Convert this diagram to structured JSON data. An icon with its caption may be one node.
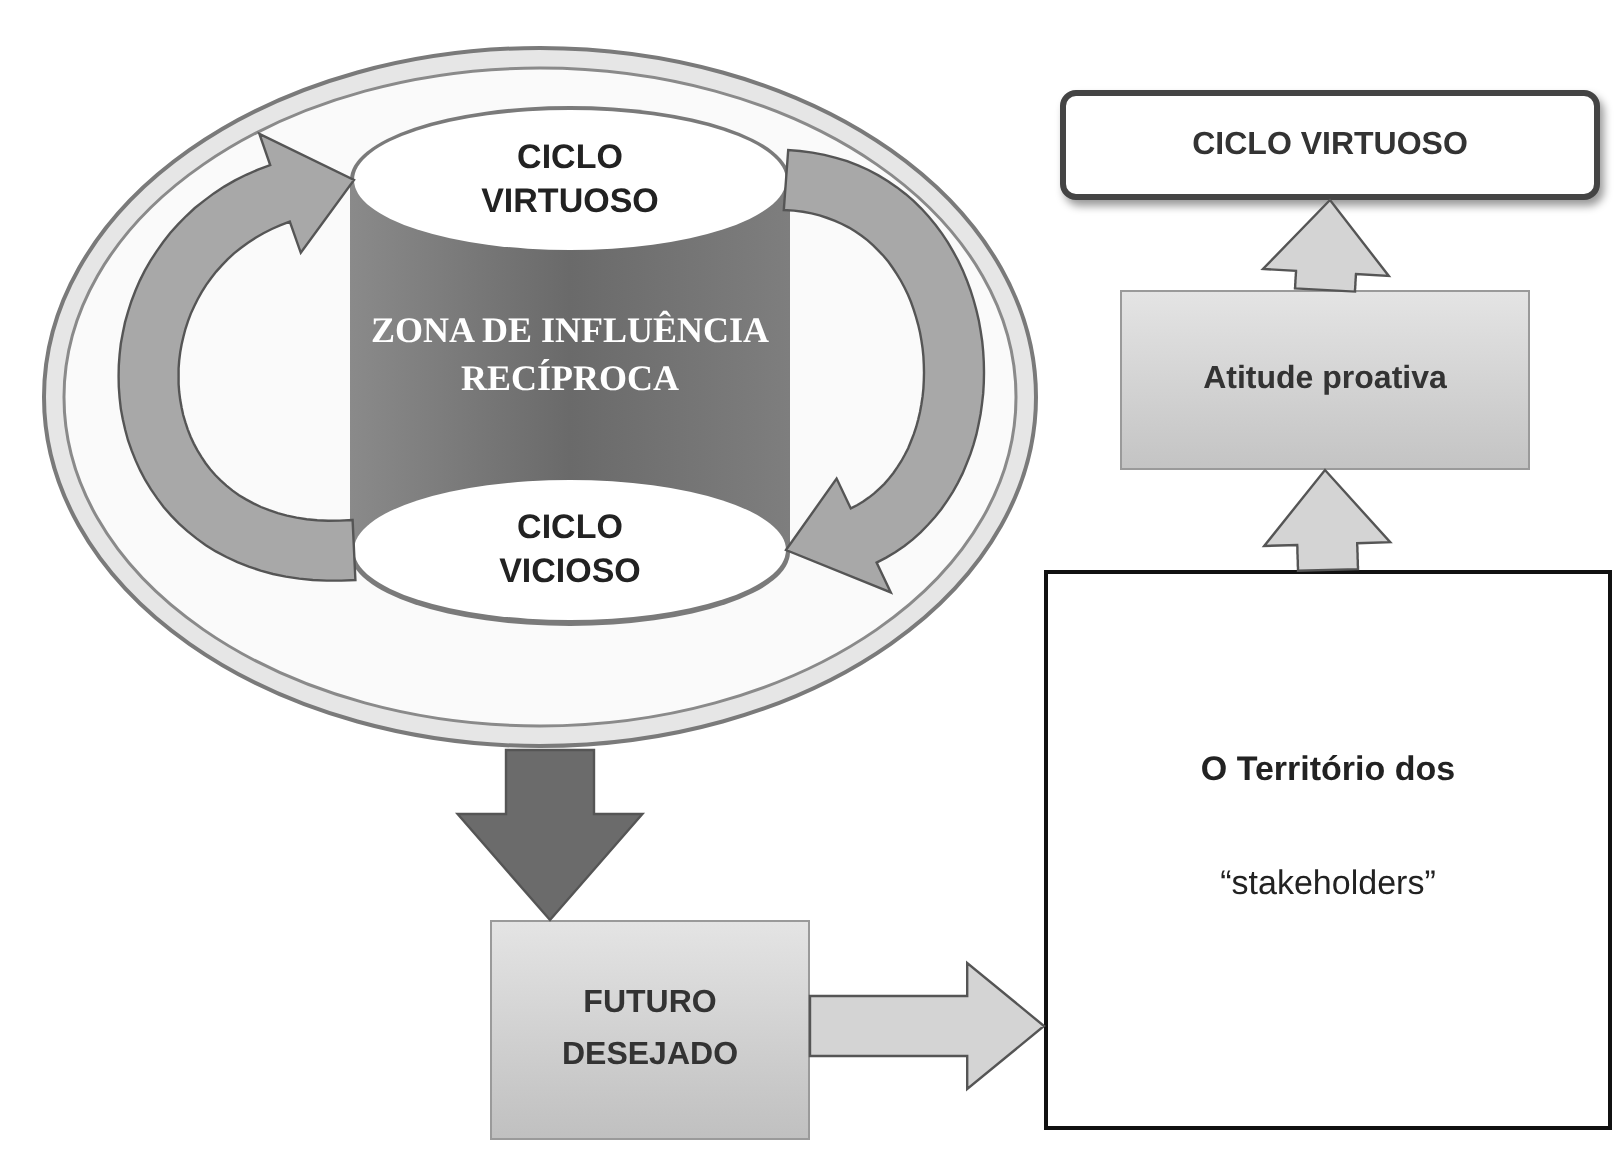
{
  "diagram": {
    "nodes": [
      {
        "text": [],
        "shape": "ellipse"
      },
      {
        "text": [
          "ZONA DE INFLUÊNCIA RECÍPROCA"
        ],
        "in": 0
      },
      {
        "text": [
          "CICLO VIRTUOSO"
        ],
        "in": 0
      },
      {
        "text": [
          "CICLO VICIOSO"
        ],
        "in": 0
      },
      {
        "text": [
          "CICLO VIRTUOSO"
        ]
      },
      {
        "text": [
          "Atitude proativa"
        ]
      },
      {
        "text": [
          "O Território dos",
          "“stakeholders”"
        ]
      },
      {
        "text": [
          "FUTURO DESEJADO"
        ]
      }
    ],
    "edges": [
      {
        "from": 0,
        "to": 7,
        "arrow": "to",
        "color": "#6b6b6b"
      },
      {
        "from": 7,
        "to": 6,
        "arrow": "to",
        "color": "#d4d4d4"
      },
      {
        "from": 6,
        "to": 5,
        "arrow": "to",
        "color": "#d4d4d4"
      },
      {
        "from": 5,
        "to": 4,
        "arrow": "to",
        "color": "#d4d4d4"
      },
      {
        "from": 3,
        "to": 2,
        "arrow": "to",
        "color": "#a8a8a8"
      },
      {
        "from": 2,
        "to": 3,
        "arrow": "to",
        "color": "#a8a8a8"
      }
    ]
  }
}
